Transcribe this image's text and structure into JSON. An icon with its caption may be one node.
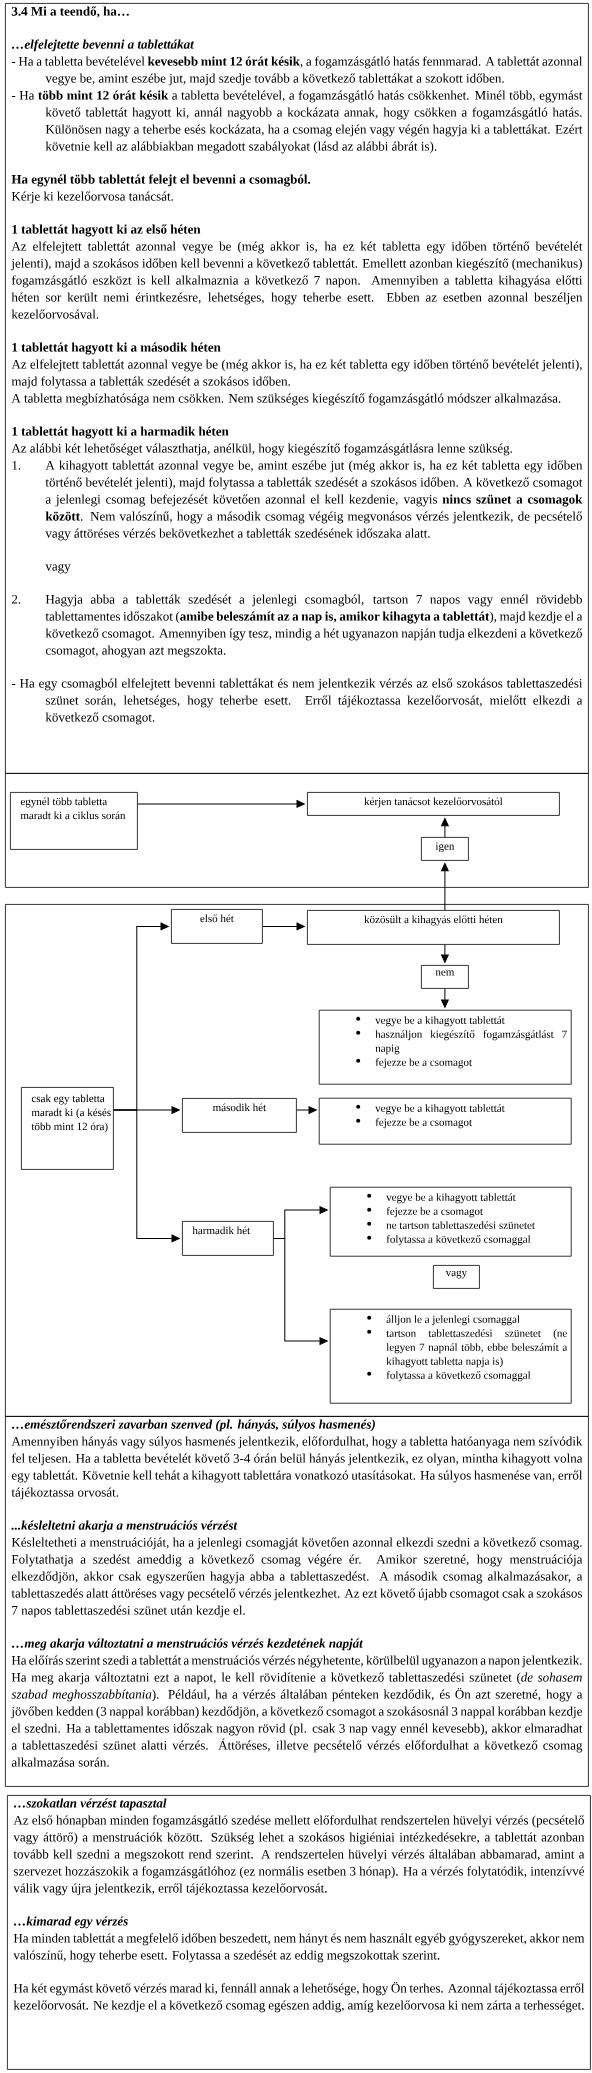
{
  "diagram": {
    "nodes": [
      {
        "text": [
          "3.4 Mi a teendő, ha…",
          "…elfelejtette bevenni a tablettákat",
          "- Ha a tabletta bevételével **kevesebb mint 12 órát késik**, a fogamzásgátló hatás fennmarad. A tablettát azonnal vegye be, amint eszébe jut, majd szedje tovább a következő tablettákat a szokott időben.",
          "- Ha **több mint 12 órát késik** a tabletta bevételével, a fogamzásgátló hatás csökkenhet. Minél több, egymást követő tablettát hagyott ki, annál nagyobb a kockázata annak, hogy csökken a fogamzásgátló hatás. Különösen nagy a teherbe esés kockázata, ha a csomag elején vagy végén hagyja ki a tablettákat. Ezért követnie kell az alábbiakban megadott szabályokat (lásd az alábbi ábrát is).",
          "Ha egynél több tablettát felejt el bevenni a csomagból.",
          "Kérje ki kezelőorvosa tanácsát.",
          "1 tablettát hagyott ki az első héten",
          "Az elfelejtett tablettát azonnal vegye be (még akkor is, ha ez két tabletta egy időben történő bevételét jelenti), majd a szokásos időben kell bevenni a következő tablettát. Emellett azonban kiegészítő (mechanikus) fogamzásgátló eszközt is kell alkalmaznia a következő 7 napon. Amennyiben a tabletta kihagyása előtti héten sor került nemi érintkezésre, lehetséges, hogy teherbe esett. Ebben az esetben azonnal beszéljen kezelőorvosával.",
          "1 tablettát hagyott ki a második héten",
          "Az elfelejtett tablettát azonnal vegye be (még akkor is, ha ez két tabletta egy időben történő bevételét jelenti), majd folytassa a tabletták szedését a szokásos időben.",
          "A tabletta megbízhatósága nem csökken. Nem szükséges kiegészítő fogamzásgátló módszer alkalmazása.",
          "1 tablettát hagyott ki a harmadik héten",
          "Az alábbi két lehetőséget választhatja, anélkül, hogy kiegészítő fogamzásgátlásra lenne szükség.",
          "1.",
          "A kihagyott tablettát azonnal vegye be, amint eszébe jut (még akkor is, ha ez két tabletta egy időben történő bevételét jelenti), majd folytassa a tabletták szedését a szokásos időben. A következő csomagot a jelenlegi csomag befejezését követően azonnal el kell kezdenie, vagyis **nincs szünet a csomagok között**. Nem valószínű, hogy a második csomag végéig megvonásos vérzés jelentkezik, de pecsételő vagy áttöréses vérzés bekövetkezhet a tabletták szedésének időszaka alatt.",
          "vagy",
          "2.",
          "Hagyja abba a tabletták szedését a jelenlegi csomagból, tartson 7 napos vagy ennél rövidebb tablettamentes időszakot (**amibe beleszámít az a nap is, amikor kihagyta a tablettát**), majd kezdje el a következő csomagot. Amennyiben így tesz, mindig a hét ugyanazon napján tudja elkezdeni a következő csomagot, ahogyan azt megszokta.",
          "- Ha egy csomagból elfelejtett bevenni tablettákat és nem jelentkezik vérzés az első szokásos tablettaszedési szünet során, lehetséges, hogy teherbe esett. Erről tájékoztassa kezelőorvosát, mielőtt elkezdi a következő csomagot."
        ]
      },
      {
        "text": [],
        "shape": "box"
      },
      {
        "text": [
          "egynél több tabletta maradt ki a ciklus során"
        ],
        "in": 1
      },
      {
        "text": [
          "kérjen tanácsot kezelőorvosától"
        ],
        "in": 1
      },
      {
        "text": [
          "igen"
        ],
        "in": 1
      },
      {
        "text": [],
        "shape": "box"
      },
      {
        "text": [
          "első hét"
        ],
        "in": 5
      },
      {
        "text": [
          "közösült a kihagyás előtti héten"
        ],
        "in": 5
      },
      {
        "text": [
          "nem"
        ],
        "in": 5
      },
      {
        "text": [
          "vegye be a kihagyott tablettát",
          "használjon kiegészítő fogamzásgátlást 7 napig",
          "fejezze be a csomagot"
        ],
        "in": 5
      },
      {
        "text": [
          "csak egy tabletta maradt ki (a késés több mint 12 óra)"
        ],
        "in": 5
      },
      {
        "text": [
          "második hét"
        ],
        "in": 5
      },
      {
        "text": [
          "vegye be a kihagyott tablettát",
          "fejezze be a csomagot"
        ],
        "in": 5
      },
      {
        "text": [
          "harmadik hét"
        ],
        "in": 5
      },
      {
        "text": [
          "vegye be a kihagyott tablettát",
          "fejezze be a csomagot",
          "ne tartson tablettaszedési szünetet",
          "folytassa a következő csomaggal"
        ],
        "in": 5
      },
      {
        "text": [
          "vagy"
        ],
        "in": 5
      },
      {
        "text": [
          "álljon le a jelenlegi csomaggal",
          "tartson tablettaszedési szünetet (ne legyen 7 napnál több, ebbe beleszámít a kihagyott tabletta napja is)",
          "folytassa a következő csomaggal"
        ],
        "in": 5
      },
      {
        "text": [
          "…emésztőrendszeri zavarban szenved (pl. hányás, súlyos hasmenés)",
          "Amennyiben hányás vagy súlyos hasmenés jelentkezik, előfordulhat, hogy a tabletta hatóanyaga nem szívódik fel teljesen. Ha a tabletta bevételét követő 3-4 órán belül hányás jelentkezik, ez olyan, mintha kihagyott volna egy tablettát. Követnie kell tehát a kihagyott tablettára vonatkozó utasításokat. Ha súlyos hasmenése van, erről tájékoztassa orvosát.",
          "...késleltetni akarja a menstruációs vérzést",
          "Késleltetheti a menstruációját, ha a jelenlegi csomagját követően azonnal elkezdi szedni a következő csomag. Folytathatja a szedést ameddig a következő csomag végére ér. Amikor szeretné, hogy menstruációja elkezdődjön, akkor csak egyszerűen hagyja abba a tablettaszedést. A második csomag alkalmazásakor, a tablettaszedés alatt áttöréses vagy pecsételő vérzés jelentkezhet. Az ezt követő újabb csomagot csak a szokásos 7 napos tablettaszedési szünet után kezdje el.",
          "…meg akarja változtatni a menstruációs vérzés kezdetének napját",
          "Ha előírás szerint szedi a tablettát a menstruációs vérzés négyhetente, körülbelül ugyanazon a napon jelentkezik. Ha meg akarja változtatni ezt a napot, le kell rövidítenie a következő tablettaszedési szünetet (*de sohasem szabad meghosszabbítania*). Például, ha a vérzés általában pénteken kezdődik, és Ön azt szeretné, hogy a jövőben kedden (3 nappal korábban) kezdődjön, a következő csomagot a szokásosnál 3 nappal korábban kezdje el szedni. Ha a tablettamentes időszak nagyon rövid (pl. csak 3 nap vagy ennél kevesebb), akkor elmaradhat a tablettaszedési szünet alatti vérzés. Áttöréses, illetve pecsételő vérzés előfordulhat a következő csomag alkalmazása során."
        ]
      },
      {
        "text": [
          "…szokatlan vérzést tapasztal",
          "Az első hónapban minden fogamzásgátló szedése mellett előfordulhat rendszertelen hüvelyi vérzés (pecsételő vagy áttörő) a menstruációk között. Szükség lehet a szokásos higiéniai intézkedésekre, a tablettát azonban tovább kell szedni a megszokott rend szerint. A rendszertelen hüvelyi vérzés általában abbamarad, amint a szervezet hozzászokik a fogamzásgátlóhoz (ez normális esetben 3 hónap). Ha a vérzés folytatódik, intenzívvé válik vagy újra jelentkezik, erről tájékoztassa kezelőorvosát.",
          "…kimarad egy vérzés",
          "Ha minden tablettát a megfelelő időben beszedett, nem hányt és nem használt egyéb gyógyszereket, akkor nem valószínű, hogy teherbe esett. Folytassa a szedését az eddig megszokottak szerint.",
          "Ha két egymást követő vérzés marad ki, fennáll annak a lehetősége, hogy Ön terhes. Azonnal tájékoztassa erről kezelőorvosát. Ne kezdje el a következő csomag egészen addig, amíg kezelőorvosa ki nem zárta a terhességet."
        ]
      }
    ],
    "edges": [
      {
        "from": 2,
        "to": 3,
        "arrow": "to"
      },
      {
        "from": 4,
        "to": 3,
        "arrow": "to"
      },
      {
        "from": 7,
        "to": 4,
        "arrow": "to"
      },
      {
        "from": 7,
        "to": 8,
        "arrow": "to"
      },
      {
        "from": 8,
        "to": 9,
        "arrow": "to"
      },
      {
        "from": 10,
        "to": 6,
        "arrow": "to"
      },
      {
        "from": 10,
        "to": 11,
        "arrow": "to"
      },
      {
        "from": 10,
        "to": 13,
        "arrow": "to"
      },
      {
        "from": 6,
        "to": 7,
        "arrow": "to"
      },
      {
        "from": 11,
        "to": 12,
        "arrow": "to"
      },
      {
        "from": 13,
        "to": 14,
        "arrow": "to"
      },
      {
        "from": 13,
        "to": 16,
        "arrow": "to"
      }
    ]
  }
}
